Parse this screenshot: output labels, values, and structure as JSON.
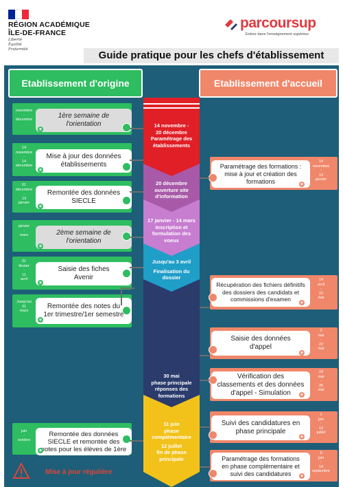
{
  "header": {
    "region": [
      "RÉGION ACADÉMIQUE",
      "ÎLE-DE-FRANCE"
    ],
    "motto": [
      "Liberté",
      "Égalité",
      "Fraternité"
    ],
    "logo_name": "parcoursup",
    "logo_tagline": "Entrez dans l'enseignement supérieur",
    "title": "Guide pratique pour les chefs d'établissement",
    "colors": {
      "flag_blue": "#002395",
      "flag_red": "#ed2939",
      "brand_red": "#e03a3e"
    }
  },
  "columns": {
    "origin": "Etablissement d'origine",
    "reception": "Etablissement d'accueil"
  },
  "timeline": [
    {
      "id": "t1",
      "lines": [
        "14 novembre -",
        "20 décembre",
        "Paramétrage des",
        "établissements"
      ],
      "color": "#e11f26"
    },
    {
      "id": "t2",
      "lines": [
        "20 décembre",
        "ouverture site",
        "d'information"
      ],
      "color": "#a85aa8"
    },
    {
      "id": "t3",
      "lines": [
        "17 janvier - 14 mars",
        "Inscription et",
        "formulation des",
        "voeux"
      ],
      "color": "#c77dd0"
    },
    {
      "id": "t4",
      "lines": [
        "Jusqu'au 3 avril",
        "Finalisation du",
        "dossier"
      ],
      "color": "#1f9ec8"
    },
    {
      "id": "t5",
      "lines": [
        "30 mai",
        "phase principale",
        "réponses des",
        "formations"
      ],
      "color": "#2a3b6c"
    },
    {
      "id": "t6",
      "lines": [
        "11 juin",
        "phase",
        "complémentaire",
        "12 juillet",
        "fin de phase",
        "principale"
      ],
      "color": "#f2c21b"
    }
  ],
  "origin_items": [
    {
      "id": "o1",
      "date": [
        "novembre",
        "-",
        "décembre"
      ],
      "label": [
        "1ère semaine de",
        "l'orientation"
      ],
      "style": "grey"
    },
    {
      "id": "o2",
      "date": [
        "14",
        "novembre",
        "-",
        "14",
        "décembre"
      ],
      "label": [
        "Mise à jour des données",
        "établissements"
      ],
      "style": "white"
    },
    {
      "id": "o3",
      "date": [
        "01",
        "décembre",
        "-",
        "13",
        "janvier"
      ],
      "label": [
        "Remontée des données",
        "SIECLE"
      ],
      "style": "white"
    },
    {
      "id": "o4",
      "date": [
        "janvier",
        "-",
        "mars"
      ],
      "label": [
        "2ème semaine de",
        "l'orientation"
      ],
      "style": "grey"
    },
    {
      "id": "o5",
      "date": [
        "01",
        "février",
        "-",
        "11",
        "avril"
      ],
      "label": [
        "Saisie des fiches",
        "Avenir"
      ],
      "style": "white"
    },
    {
      "id": "o6",
      "date": [
        "Jusqu'au",
        "31",
        "mars"
      ],
      "label": [
        "Remontée des notes du",
        "1er trimestre/1er semestre"
      ],
      "style": "white"
    },
    {
      "id": "o7",
      "date": [
        "juin",
        "-",
        "octobre"
      ],
      "label": [
        "Remontée des données",
        "SIECLE et remontée des",
        "notes pour les élèves de 1ère"
      ],
      "style": "white"
    }
  ],
  "reception_items": [
    {
      "id": "r1",
      "date": [
        "14",
        "novembre",
        "-",
        "13",
        "janvier"
      ],
      "label": [
        "Paramétrage des formations :",
        "mise à jour et création des",
        "formations"
      ]
    },
    {
      "id": "r2",
      "date": [
        "14",
        "avril",
        "-",
        "22",
        "mai"
      ],
      "label": [
        "Récupération des fichiers définitifs",
        "des dossiers des candidats  et",
        "commissions d'examen"
      ]
    },
    {
      "id": "r3",
      "date": [
        "2",
        "mai",
        "-",
        "22",
        "mai"
      ],
      "label": [
        "Saisie des données",
        "d'appel"
      ]
    },
    {
      "id": "r4",
      "date": [
        "23",
        "mai",
        "-",
        "25",
        "mai"
      ],
      "label": [
        "Vérification des",
        "classements et des données",
        "d'appel - Simulation"
      ]
    },
    {
      "id": "r5",
      "date": [
        "1",
        "juin",
        "-",
        "13",
        "juillet"
      ],
      "label": [
        "Suivi des candidatures en",
        "phase principale"
      ]
    },
    {
      "id": "r6",
      "date": [
        "8",
        "juin",
        "-",
        "14",
        "septembre"
      ],
      "label": [
        "Paramétrage des formations",
        "en phase complémentaire et",
        "suivi des candidatures"
      ]
    }
  ],
  "footer": {
    "warning": "Mise à jour régulière",
    "icon": "warning-icon"
  }
}
